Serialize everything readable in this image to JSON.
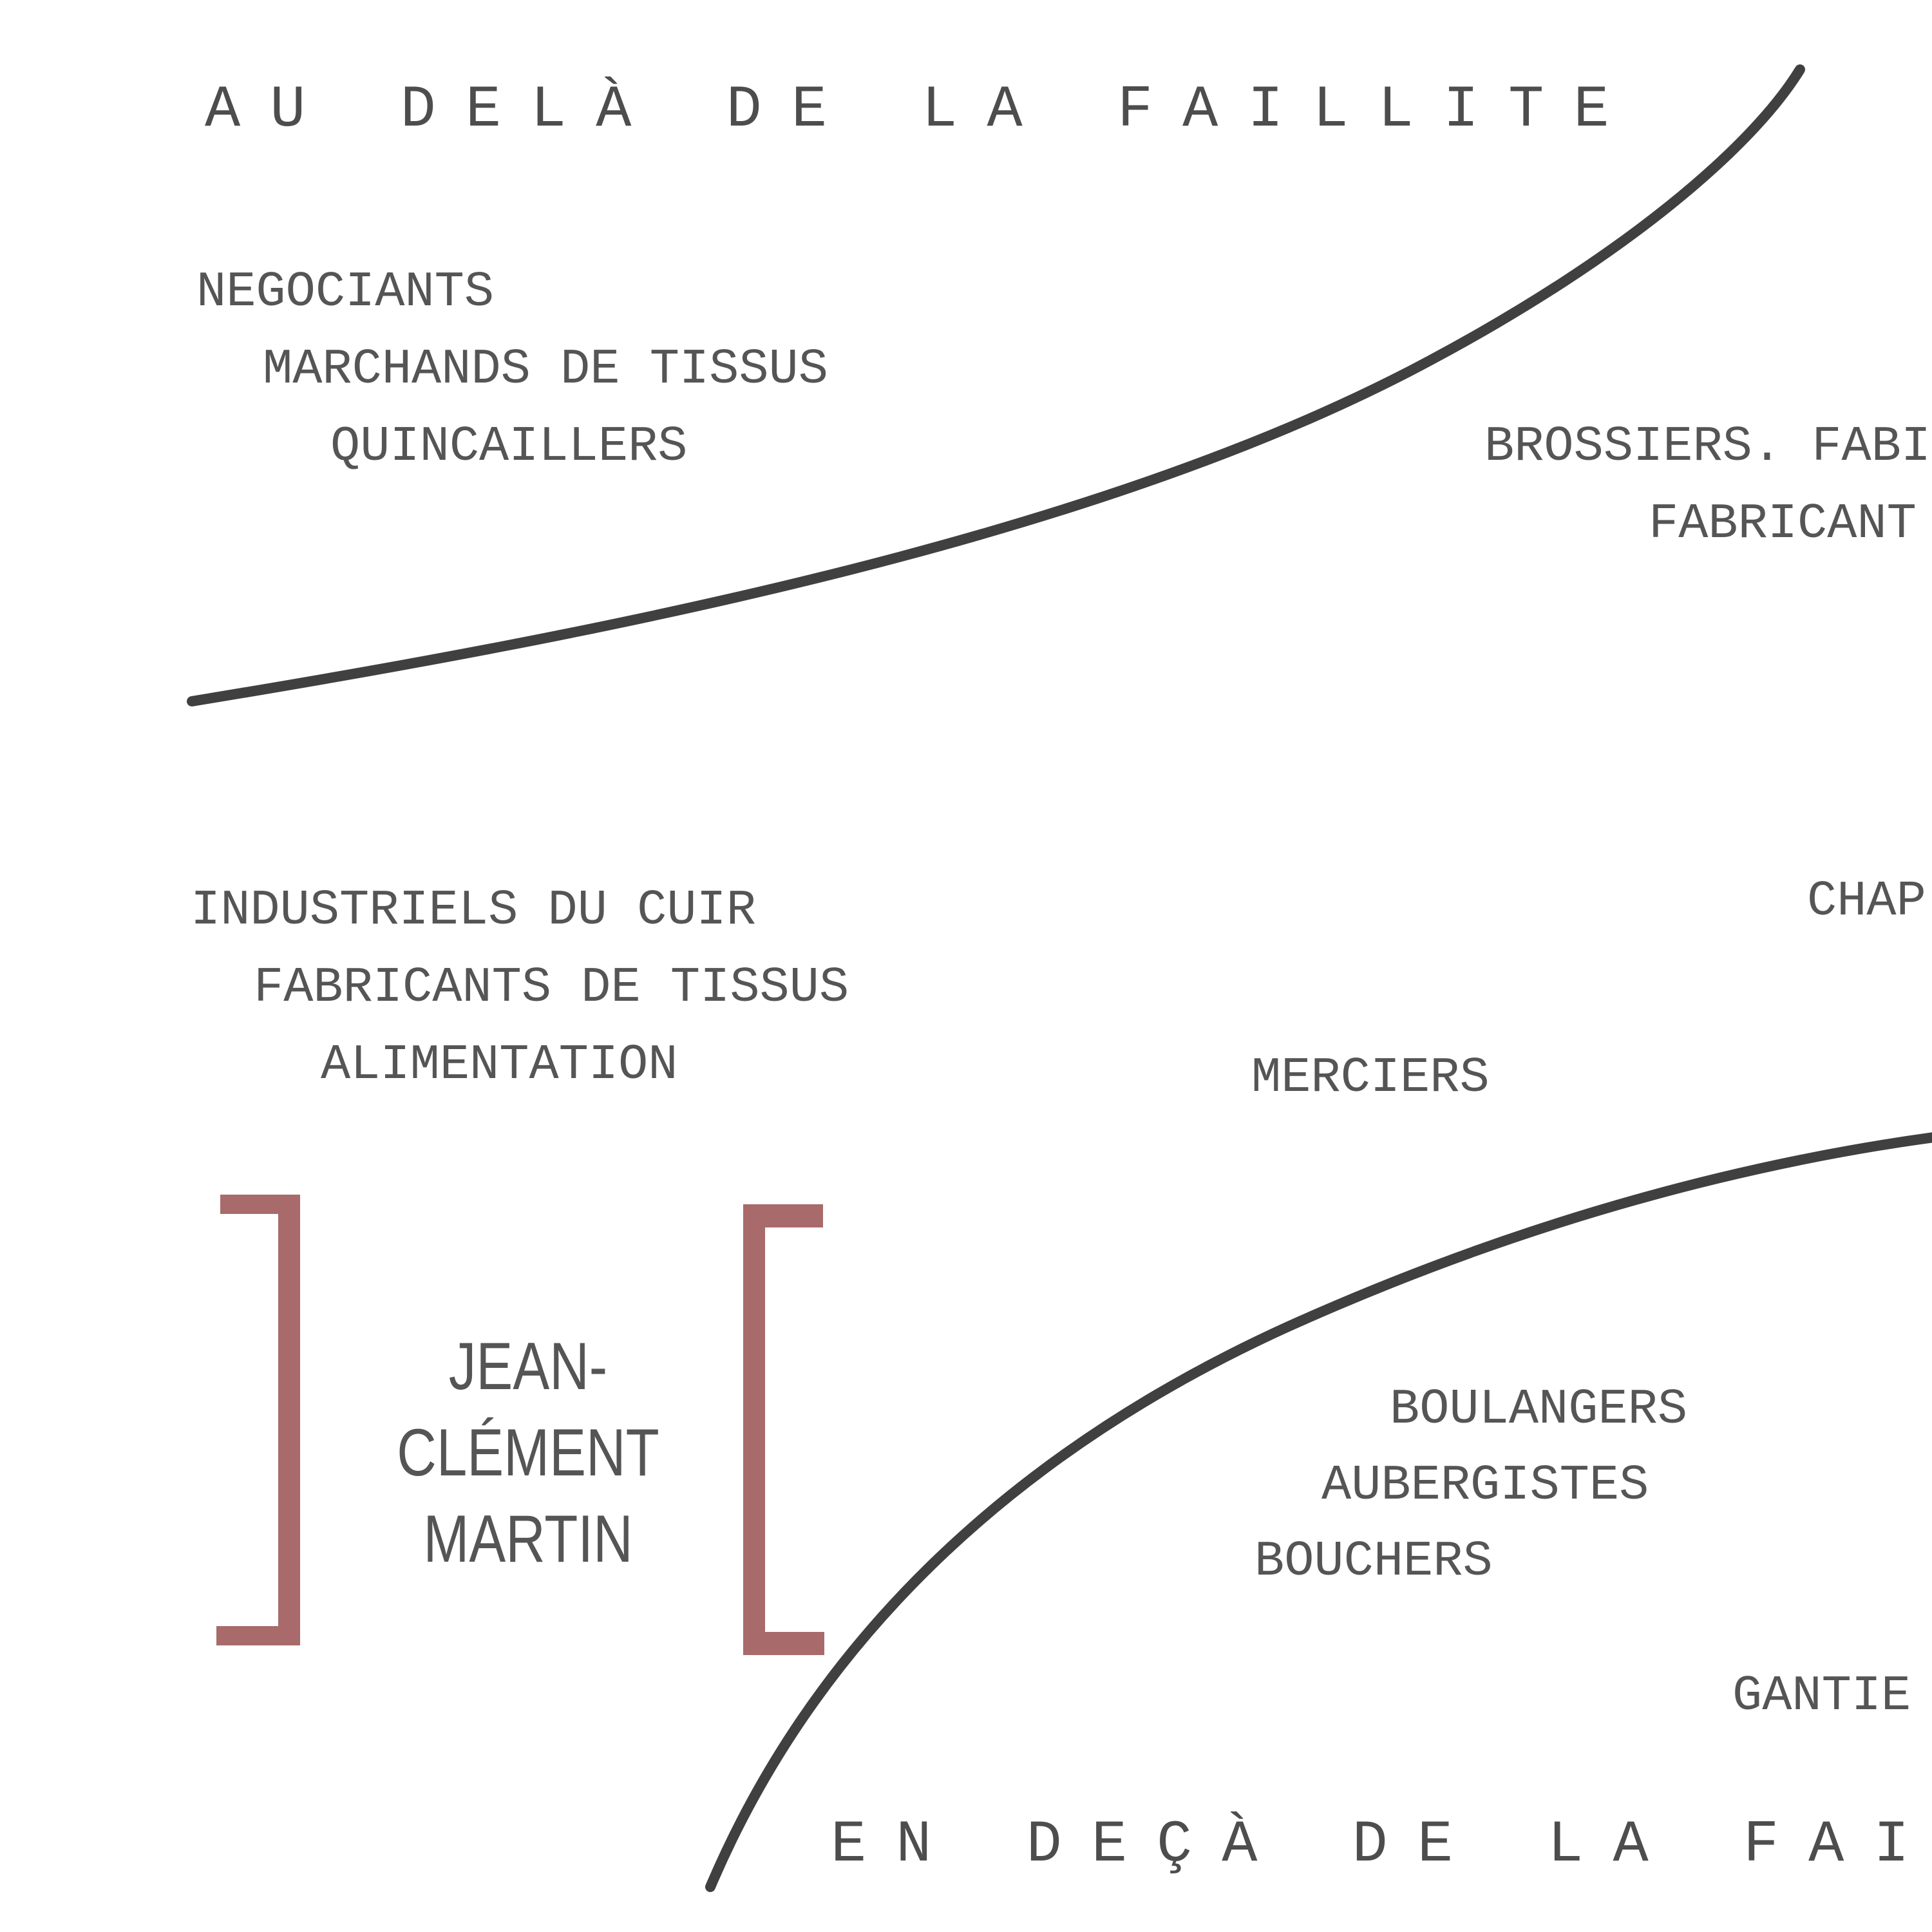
{
  "diagram": {
    "top_heading": "AU DELÀ DE LA FAILLITE",
    "bottom_heading": "EN DEÇÀ DE LA FAI",
    "upper_group": [
      "NEGOCIANTS",
      "MARCHANDS DE TISSUS",
      "QUINCAILLERS"
    ],
    "upper_right": [
      "BROSSIERS. FABI",
      "FABRICANT"
    ],
    "middle_group": [
      "INDUSTRIELS DU CUIR",
      "FABRICANTS DE TISSUS",
      "ALIMENTATION"
    ],
    "middle_right": "CHAP",
    "merciers": "MERCIERS",
    "lower_group": [
      "BOULANGERS",
      "AUBERGISTES",
      "BOUCHERS"
    ],
    "lower_right": "GANTIE"
  },
  "credit": {
    "line1": "JEAN-CLÉMENT",
    "line2": "MARTIN"
  },
  "colors": {
    "ink": "#404040",
    "text": "#555555",
    "bracket": "#a86a6a",
    "background": "#ffffff"
  }
}
